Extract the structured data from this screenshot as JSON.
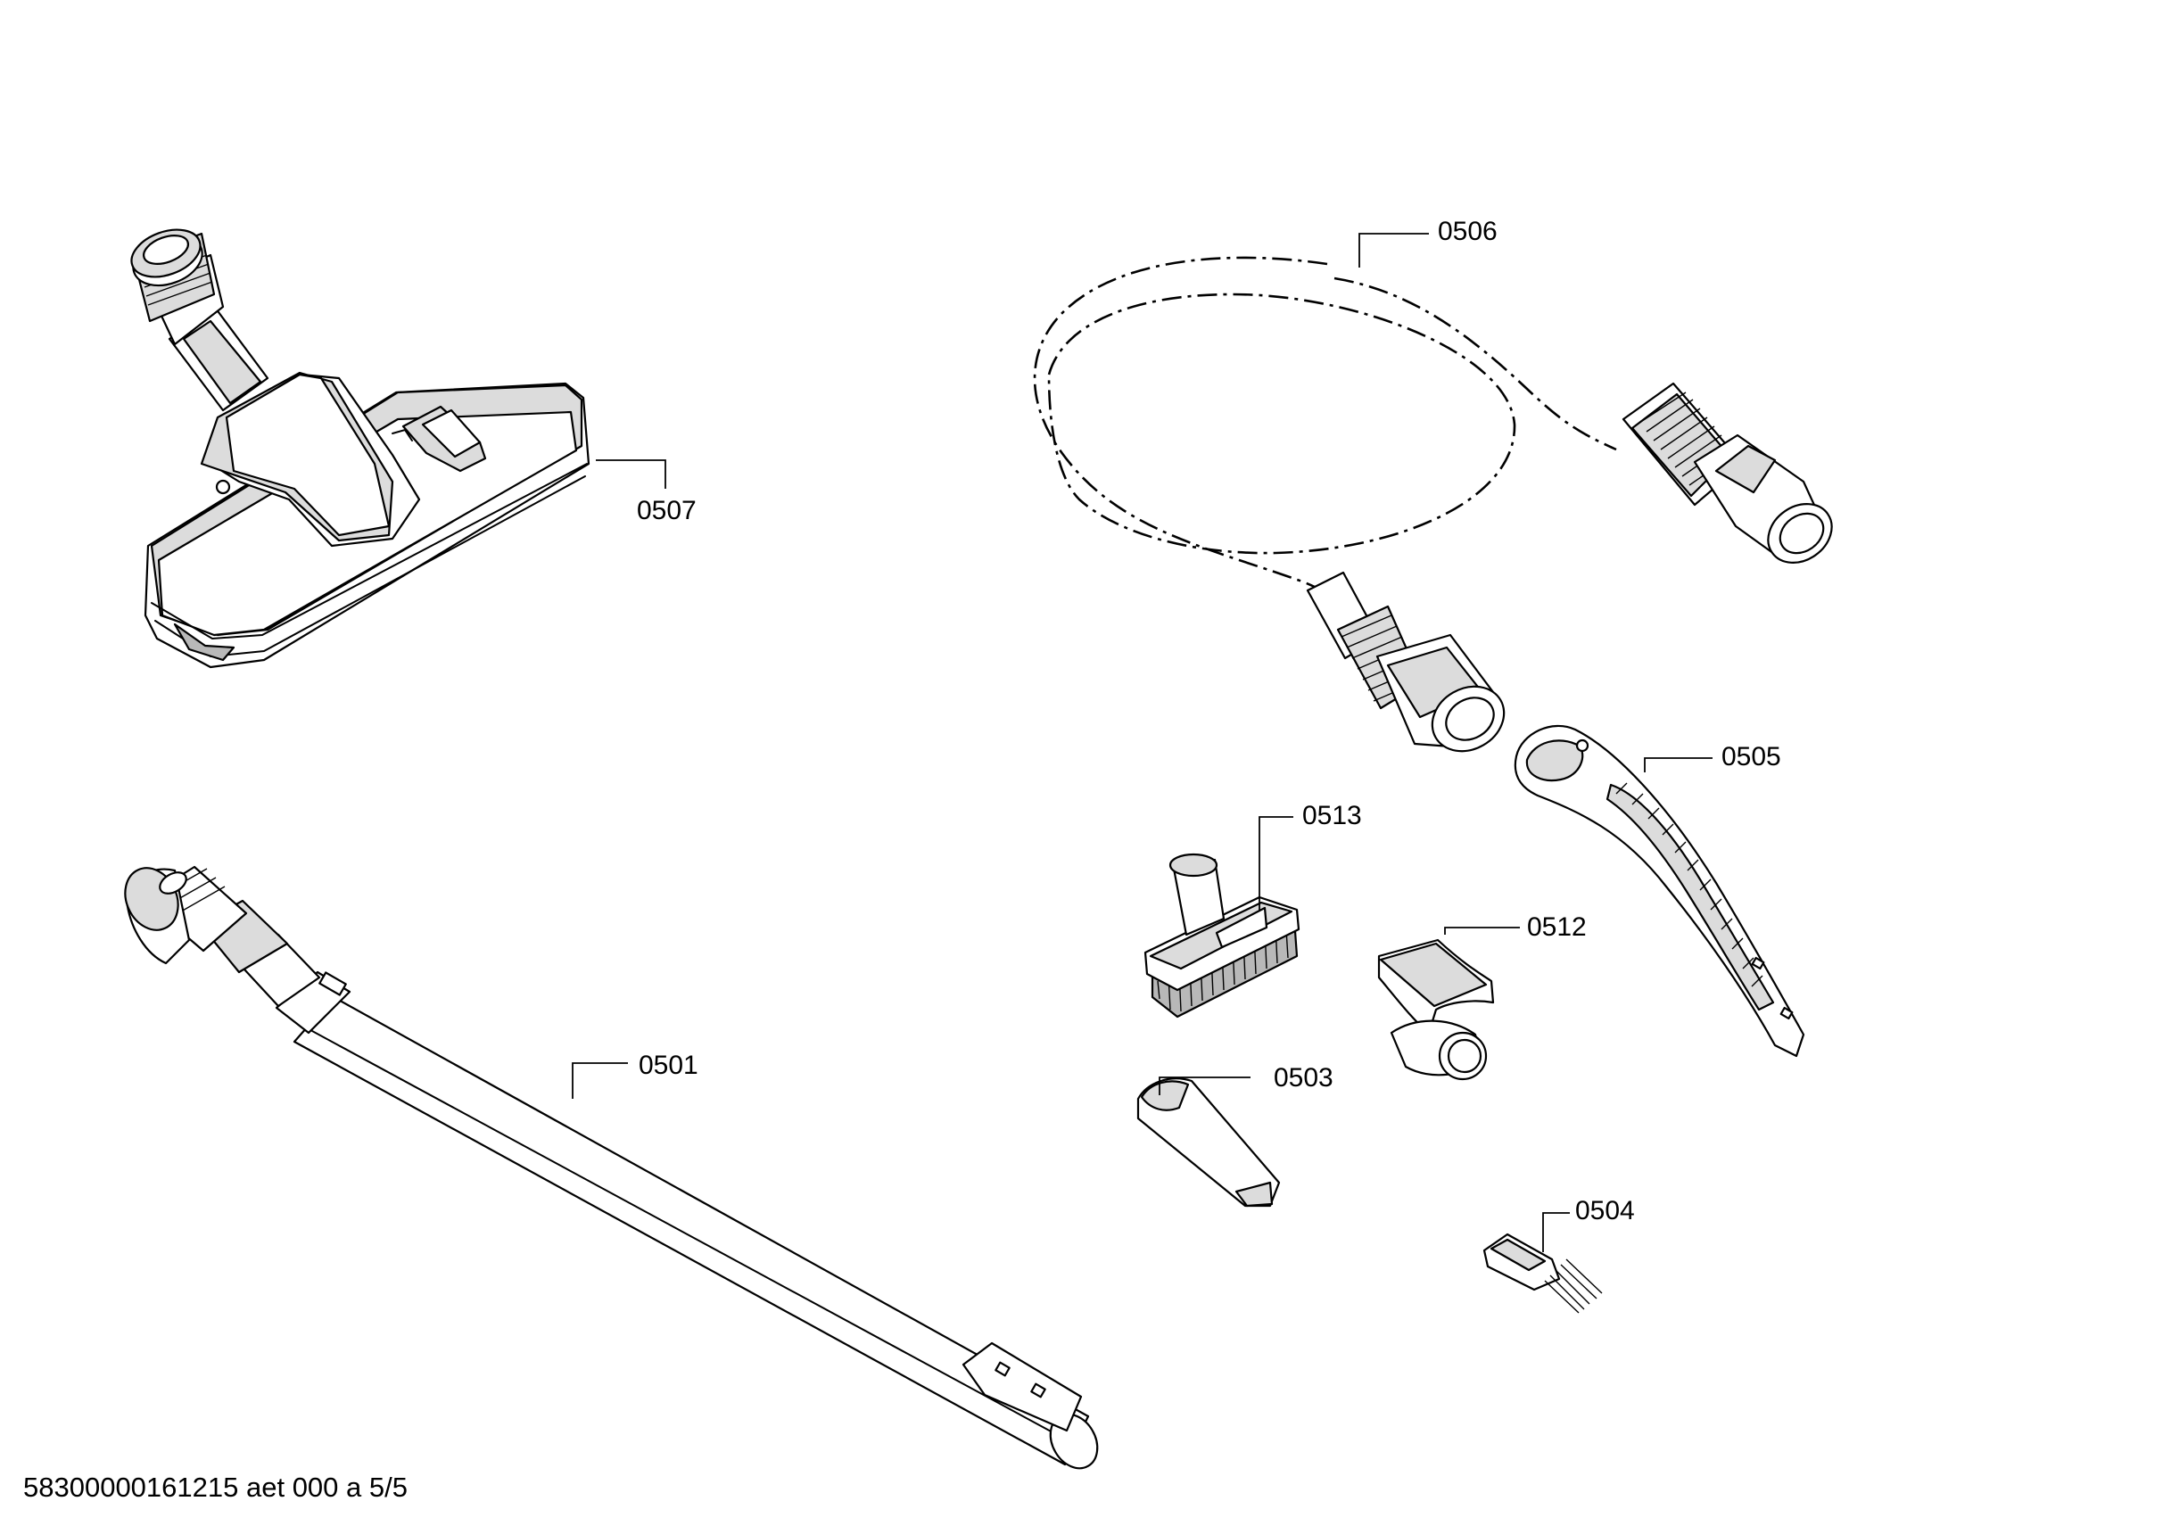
{
  "parts": [
    {
      "id": "0507",
      "label": "0507",
      "name": "floor-nozzle"
    },
    {
      "id": "0506",
      "label": "0506",
      "name": "suction-hose"
    },
    {
      "id": "0505",
      "label": "0505",
      "name": "hose-handle"
    },
    {
      "id": "0513",
      "label": "0513",
      "name": "upholstery-brush"
    },
    {
      "id": "0512",
      "label": "0512",
      "name": "tool-clip"
    },
    {
      "id": "0501",
      "label": "0501",
      "name": "telescopic-tube"
    },
    {
      "id": "0503",
      "label": "0503",
      "name": "crevice-nozzle"
    },
    {
      "id": "0504",
      "label": "0504",
      "name": "cleaning-brush"
    }
  ],
  "footer": {
    "document_id": "58300000161215 aet 000 a 5/5"
  }
}
